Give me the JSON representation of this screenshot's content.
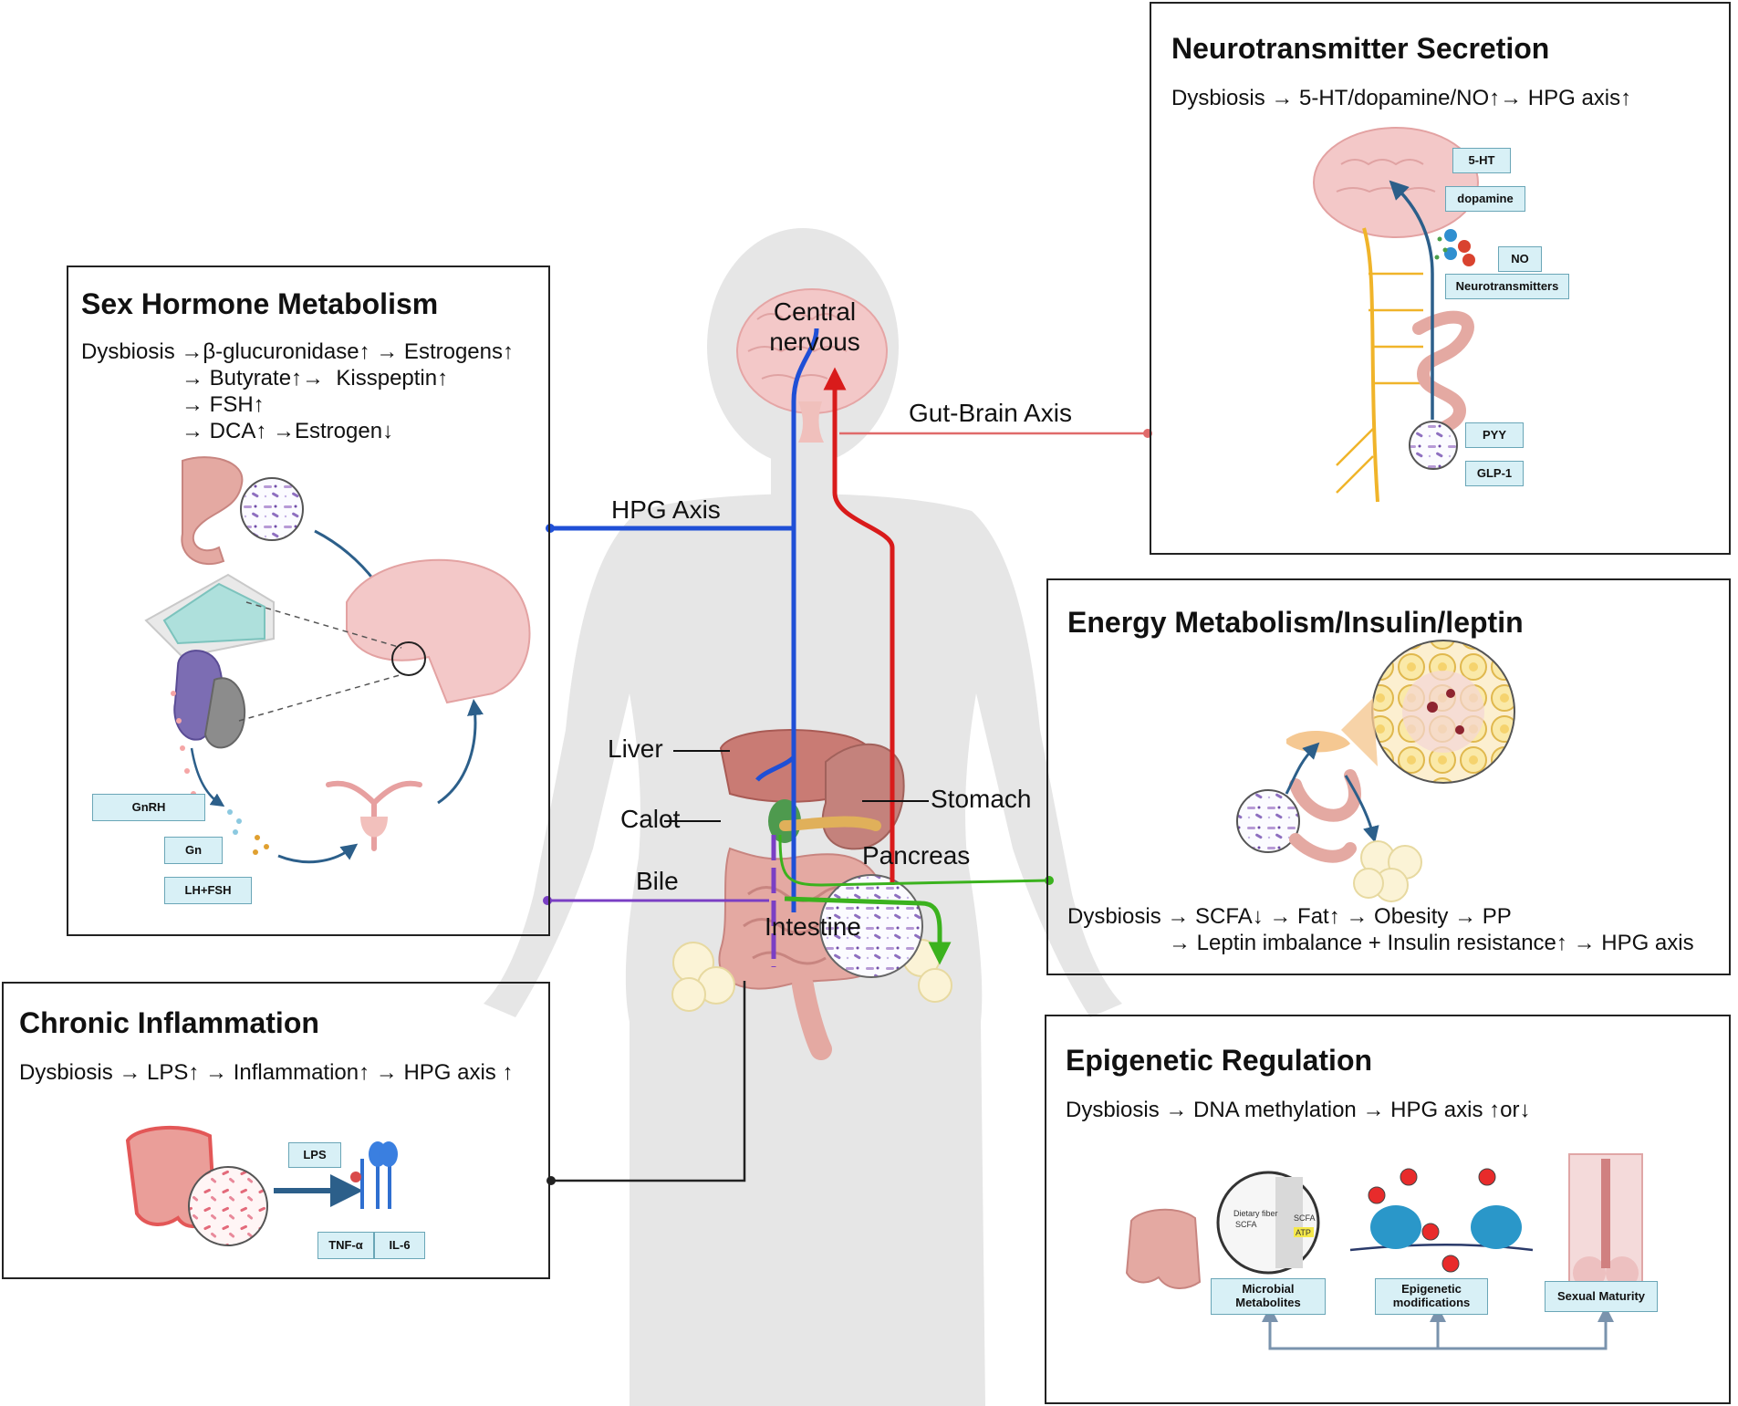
{
  "center": {
    "central_nervous": [
      "Central",
      "nervous"
    ],
    "hpg_axis": "HPG Axis",
    "gut_brain_axis": "Gut-Brain Axis",
    "liver": "Liver",
    "calot": "Calot",
    "stomach": "Stomach",
    "pancreas": "Pancreas",
    "bile": "Bile",
    "intestine": "Intestine"
  },
  "panels": {
    "neurotransmitter": {
      "title": "Neurotransmitter Secretion",
      "text": "Dysbiosis → 5-HT/dopamine/NO↑→ HPG axis↑",
      "tags": [
        "5-HT",
        "dopamine",
        "NO",
        "Neurotransmitters",
        "PYY",
        "GLP-1"
      ]
    },
    "sex_hormone": {
      "title": "Sex Hormone Metabolism",
      "lines": [
        "Dysbiosis →β-glucuronidase↑ → Estrogens↑",
        "→ Butyrate↑→  Kisspeptin↑",
        "→ FSH↑",
        "→ DCA↑ →Estrogen↓"
      ],
      "tags": [
        "GnRH",
        "Gn",
        "LH+FSH"
      ]
    },
    "energy": {
      "title": "Energy Metabolism/Insulin/leptin",
      "lines": [
        "Dysbiosis → SCFA↓ → Fat↑ → Obesity → PP",
        "→ Leptin imbalance + Insulin resistance↑ → HPG axis"
      ]
    },
    "inflammation": {
      "title": "Chronic Inflammation",
      "text": "Dysbiosis → LPS↑ → Inflammation↑ → HPG axis ↑",
      "tags": [
        "LPS",
        "TNF-α",
        "IL-6"
      ]
    },
    "epigenetic": {
      "title": "Epigenetic Regulation",
      "text": "Dysbiosis → DNA methylation → HPG axis ↑or↓",
      "tags": [
        "Microbial Metabolites",
        "Epigenetic modifications",
        "Sexual Maturity"
      ],
      "inset": {
        "line1": "Dietary fiber",
        "line2": "SCFA",
        "scfa": "SCFA",
        "atp": "ATP"
      }
    }
  },
  "colors": {
    "hpg": "#1f4fd6",
    "gut_brain": "#d91b1b",
    "bile": "#7a3fc4",
    "energy": "#3bb21e",
    "inflammation": "#222222",
    "organ_pink": "#eab1ad",
    "tag_fill": "#d8f0f6",
    "silhouette": "#e6e6e6"
  }
}
